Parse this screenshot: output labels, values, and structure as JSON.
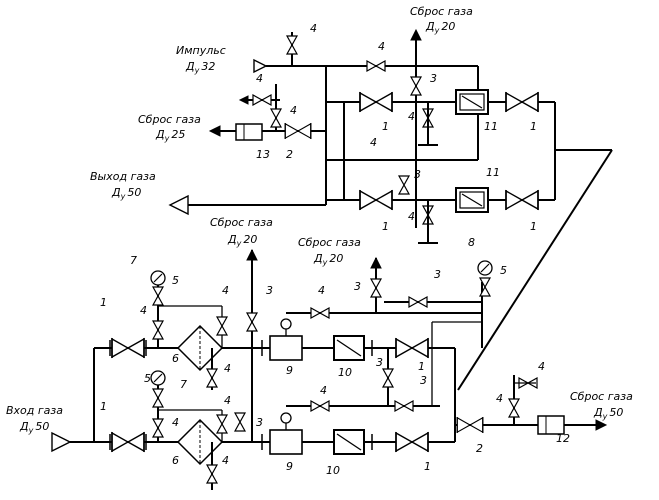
{
  "labels": {
    "vent_top": "Сброс газа",
    "vent_top_dn": "Д",
    "vent_top_sub": "у",
    "vent_top_val": "20",
    "impulse": "Импульс",
    "impulse_dn": "Д",
    "impulse_sub": "у",
    "impulse_val": "32",
    "vent_25": "Сброс газа",
    "vent_25_dn": "Д",
    "vent_25_sub": "у",
    "vent_25_val": "25",
    "outlet": "Выход газа",
    "outlet_dn": "Д",
    "outlet_sub": "у",
    "outlet_val": "50",
    "vent_mid1": "Сброс газа",
    "vent_mid1_dn": "Д",
    "vent_mid1_sub": "у",
    "vent_mid1_val": "20",
    "vent_mid2": "Сброс газа",
    "vent_mid2_dn": "Д",
    "vent_mid2_sub": "у",
    "vent_mid2_val": "20",
    "inlet": "Вход газа",
    "inlet_dn": "Д",
    "inlet_sub": "у",
    "inlet_val": "50",
    "vent_right": "Сброс газа",
    "vent_right_dn": "Д",
    "vent_right_sub": "у",
    "vent_right_val": "50"
  },
  "callouts": {
    "n1": "1",
    "n2": "2",
    "n3": "3",
    "n4": "4",
    "n5": "5",
    "n6": "6",
    "n7": "7",
    "n8": "8",
    "n9": "9",
    "n10": "10",
    "n11": "11",
    "n12": "12",
    "n13": "13"
  }
}
